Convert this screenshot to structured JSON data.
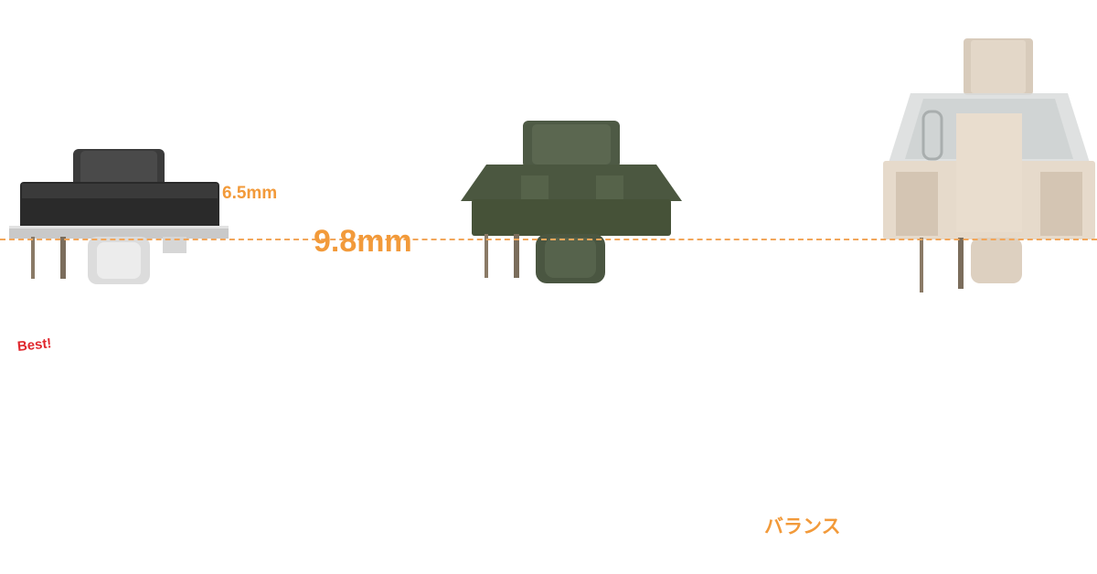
{
  "labels": {
    "low_height": "6.5mm",
    "mid_height": "9.8mm",
    "best": "Best!",
    "balance": "バランス"
  },
  "colors": {
    "accent_orange": "#f29a3a",
    "best_red": "#e0282e",
    "guide_line": "#f2a65a"
  }
}
